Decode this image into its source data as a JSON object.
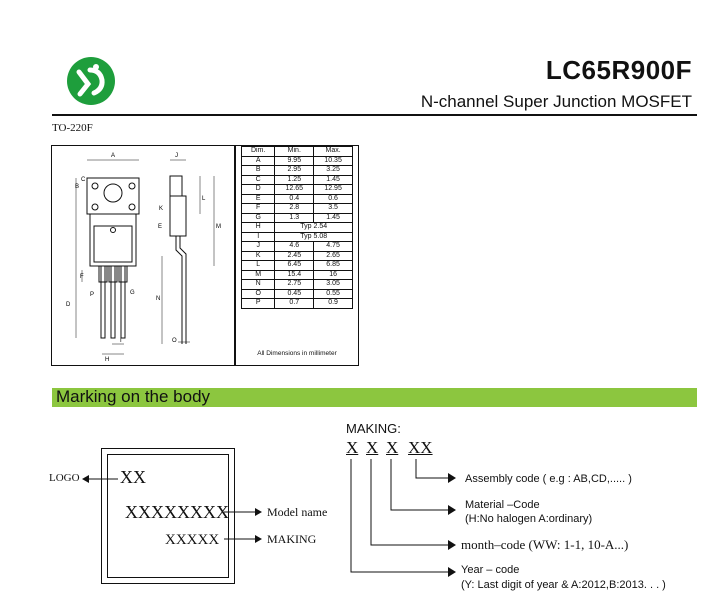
{
  "header": {
    "part_number": "LC65R900F",
    "description": "N-channel Super Junction MOSFET",
    "logo_icon": "green-circle-logo-icon"
  },
  "package": {
    "name": "TO-220F",
    "drawing_labels": [
      "A",
      "B",
      "C",
      "D",
      "E",
      "F",
      "G",
      "H",
      "I",
      "J",
      "K",
      "L",
      "M",
      "N",
      "O",
      "P"
    ]
  },
  "dimension_table": {
    "headers": [
      "Dim.",
      "Min.",
      "Max."
    ],
    "rows": [
      [
        "A",
        "9.95",
        "10.35"
      ],
      [
        "B",
        "2.95",
        "3.25"
      ],
      [
        "C",
        "1.25",
        "1.45"
      ],
      [
        "D",
        "12.65",
        "12.95"
      ],
      [
        "E",
        "0.4",
        "0.6"
      ],
      [
        "F",
        "2.8",
        "3.5"
      ],
      [
        "G",
        "1.3",
        "1.45"
      ],
      [
        "H",
        "Typ 2.54",
        ""
      ],
      [
        "I",
        "Typ 5.08",
        ""
      ],
      [
        "J",
        "4.6",
        "4.75"
      ],
      [
        "K",
        "2.45",
        "2.65"
      ],
      [
        "L",
        "6.45",
        "6.85"
      ],
      [
        "M",
        "15.4",
        "16"
      ],
      [
        "N",
        "2.75",
        "3.05"
      ],
      [
        "O",
        "0.45",
        "0.55"
      ],
      [
        "P",
        "0.7",
        "0.9"
      ]
    ],
    "footer": "All Dimensions in millimeter"
  },
  "marking_section": {
    "title": "Marking on the body",
    "band_color": "#8cc63f"
  },
  "body_marking": {
    "logo_label": "LOGO",
    "logo_text": "XX",
    "model_text": "XXXXXXXX",
    "making_text": "XXXXX",
    "model_label": "Model name",
    "making_label": "MAKING"
  },
  "making_code": {
    "title": "MAKING:",
    "codes": [
      "X",
      "X",
      "X",
      "XX"
    ],
    "assembly": "Assembly code ( e.g : AB,CD,..... )",
    "material_title": "Material –Code",
    "material_detail": "(H:No halogen   A:ordinary)",
    "month": "month–code (WW: 1-1, 10-A...)",
    "year_title": "Year – code",
    "year_detail": "(Y: Last digit of year & A:2012,B:2013. . . )"
  }
}
